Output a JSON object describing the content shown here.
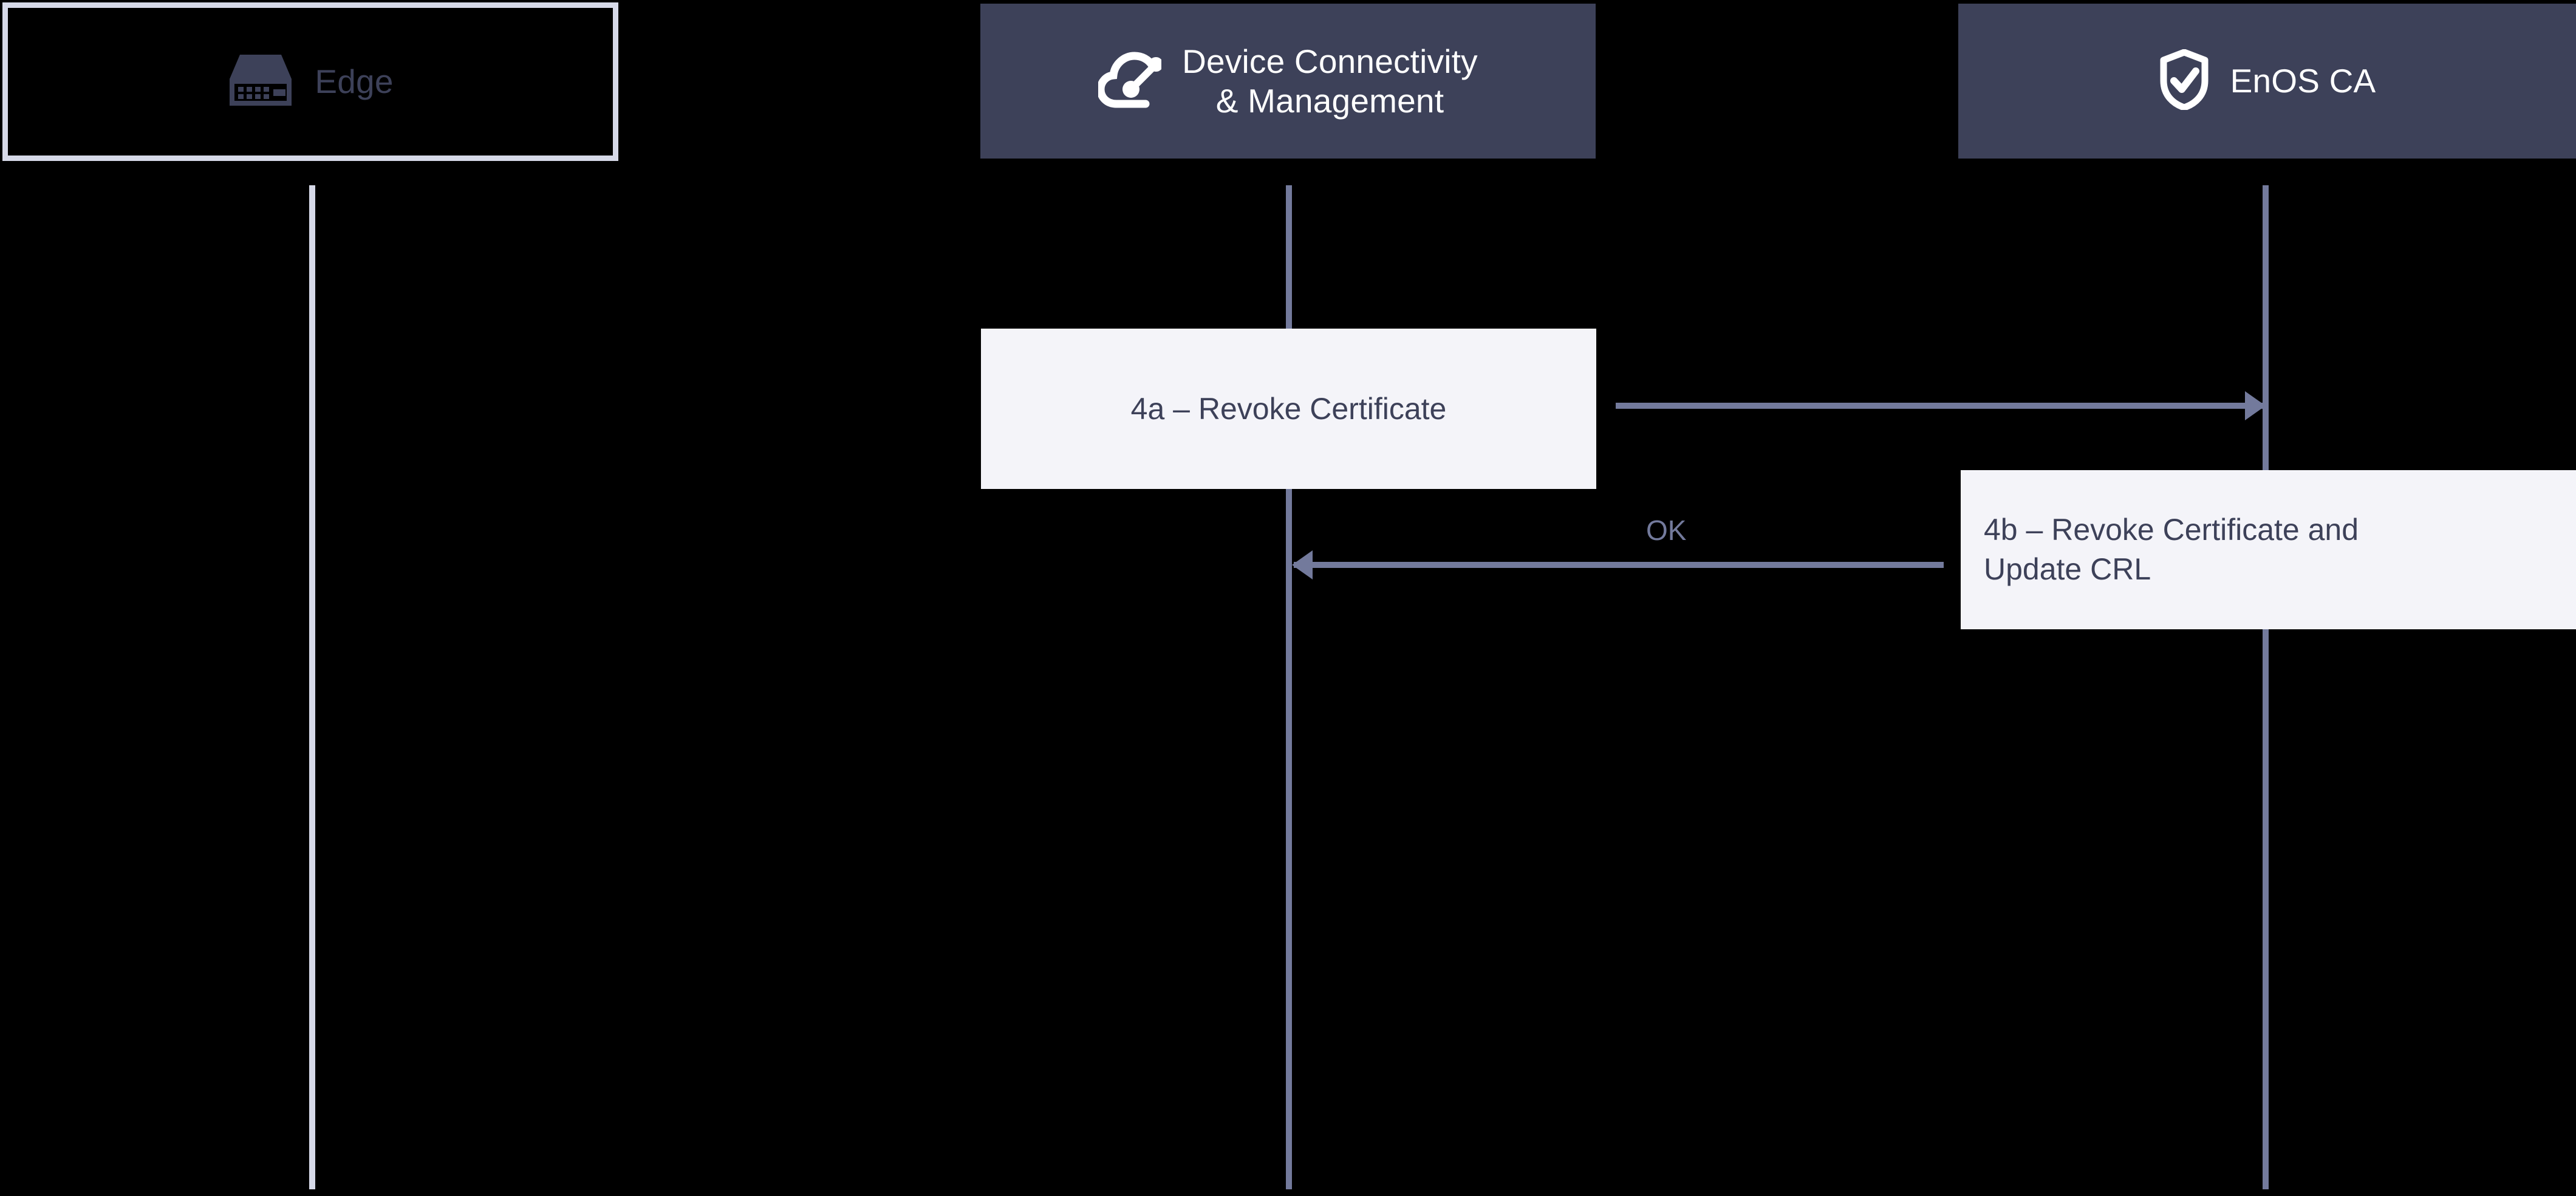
{
  "diagram": {
    "type": "sequence-diagram",
    "background_color": "#000000",
    "accent_dark": "#3d4159",
    "accent_light": "#d6d9e8",
    "accent_line": "#737a9c",
    "box_fill": "#f4f4f9"
  },
  "participants": [
    {
      "id": "edge",
      "label": "Edge",
      "icon": "server-device-icon",
      "style": "outlined"
    },
    {
      "id": "dcm",
      "label": "Device Connectivity\n& Management",
      "icon": "cloud-connectivity-icon",
      "style": "filled"
    },
    {
      "id": "ca",
      "label": "EnOS CA",
      "icon": "shield-check-icon",
      "style": "filled"
    }
  ],
  "messages": [
    {
      "id": "4a",
      "text": "4a – Revoke Certificate",
      "from": "dcm",
      "to": "ca",
      "direction": "right",
      "align": "center"
    },
    {
      "id": "4b",
      "text": "4b – Revoke Certificate and\nUpdate CRL",
      "from": "ca",
      "to": "ca",
      "direction": "self",
      "align": "left"
    }
  ],
  "arrow_labels": [
    {
      "id": "ok",
      "text": "OK",
      "from": "ca",
      "to": "dcm",
      "direction": "left"
    }
  ]
}
